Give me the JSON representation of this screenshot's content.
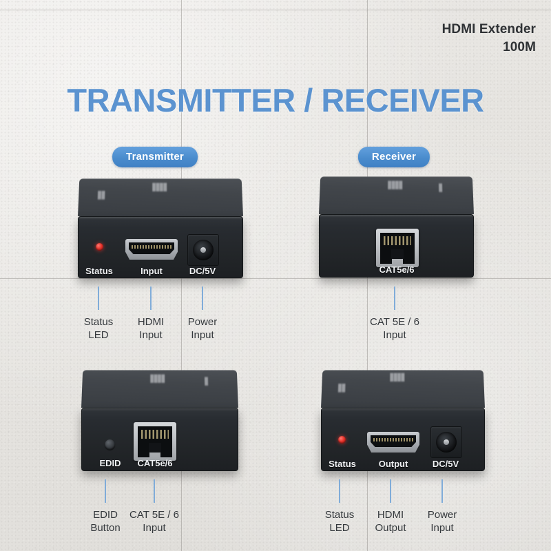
{
  "header": {
    "line1": "HDMI Extender",
    "line2": "100M"
  },
  "title": "TRANSMITTER / RECEIVER",
  "badges": {
    "transmitter": "Transmitter",
    "receiver": "Receiver"
  },
  "colors": {
    "title_blue": "#5b93d0",
    "badge_blue": "#4a8ccd",
    "leader_blue": "#7aa9d8",
    "text_dark": "#34383c",
    "device_black": "#23262a",
    "led_red": "#e8342c",
    "background": "#e6e4e0"
  },
  "devices": [
    {
      "id": "transmitter-front",
      "face_labels": [
        "Status",
        "Input",
        "DC/5V"
      ],
      "callouts": [
        {
          "line1": "Status",
          "line2": "LED"
        },
        {
          "line1": "HDMI",
          "line2": "Input"
        },
        {
          "line1": "Power",
          "line2": "Input"
        }
      ]
    },
    {
      "id": "receiver-back",
      "face_labels": [
        "CAT5e/6"
      ],
      "callouts": [
        {
          "line1": "CAT 5E / 6",
          "line2": "Input"
        }
      ]
    },
    {
      "id": "transmitter-back",
      "face_labels": [
        "EDID",
        "CAT5e/6"
      ],
      "callouts": [
        {
          "line1": "EDID",
          "line2": "Button"
        },
        {
          "line1": "CAT 5E / 6",
          "line2": "Input"
        }
      ]
    },
    {
      "id": "receiver-front",
      "face_labels": [
        "Status",
        "Output",
        "DC/5V"
      ],
      "callouts": [
        {
          "line1": "Status",
          "line2": "LED"
        },
        {
          "line1": "HDMI",
          "line2": "Output"
        },
        {
          "line1": "Power",
          "line2": "Input"
        }
      ]
    }
  ]
}
